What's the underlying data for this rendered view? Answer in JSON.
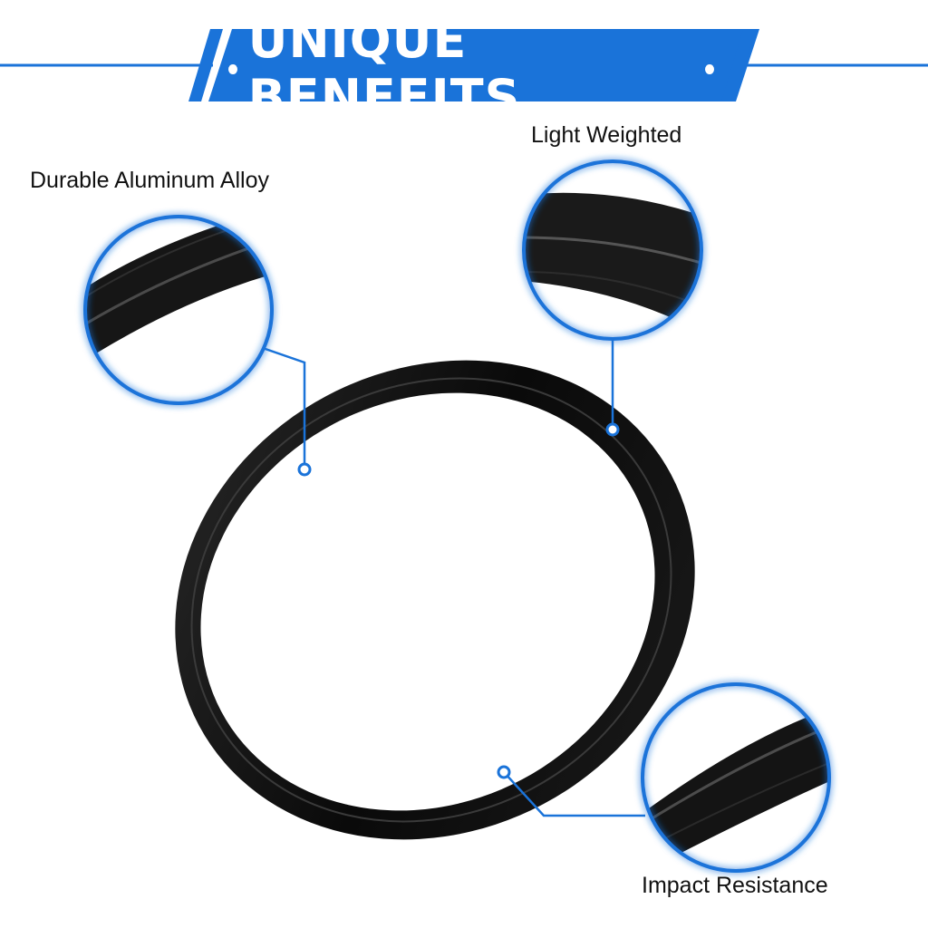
{
  "banner": {
    "title": "UNIQUE BENEFITS"
  },
  "features": {
    "durable": "Durable Aluminum Alloy",
    "light": "Light Weighted",
    "impact": "Impact Resistance"
  },
  "colors": {
    "accent": "#1a73d9",
    "ring": "#0d0d0d",
    "background": "#ffffff"
  }
}
